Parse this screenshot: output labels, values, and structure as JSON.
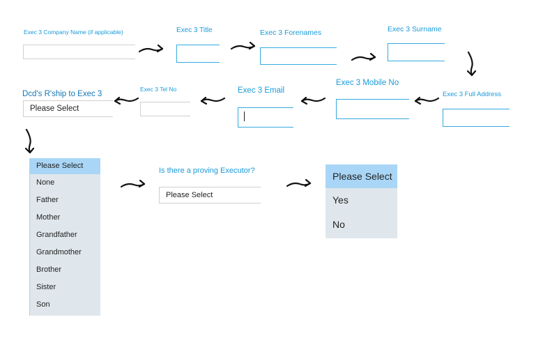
{
  "fields": {
    "company_name": "Exec 3 Company Name (if applicable)",
    "title": "Exec 3 Title",
    "forenames": "Exec 3 Forenames",
    "surname": "Exec 3 Surname",
    "full_address": "Exec 3 Full Address",
    "mobile": "Exec 3 Mobile No",
    "email": "Exec 3 Email",
    "tel": "Exec 3 Tel No",
    "relationship": "Dcd's R'ship to Exec 3",
    "proving": "Is there a proving Executor?"
  },
  "relationship_select": {
    "value": "Please Select"
  },
  "relationship_options": [
    "Please Select",
    "None",
    "Father",
    "Mother",
    "Grandfather",
    "Grandmother",
    "Brother",
    "Sister",
    "Son"
  ],
  "proving_select": {
    "value": "Please Select"
  },
  "proving_options": [
    "Please Select",
    "Yes",
    "No"
  ],
  "colors": {
    "label": "#1a9ad8",
    "field_border": "#35a9de",
    "highlight": "#a9d6f7",
    "list_bg": "#dfe7ec"
  }
}
